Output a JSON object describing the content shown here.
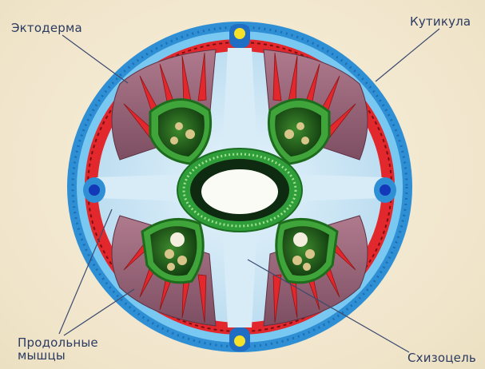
{
  "labels": {
    "ectoderm": "Эктодерма",
    "cuticle": "Кутикула",
    "longitudinal_muscles": "Продольные\nмышцы",
    "schizocoel": "Схизоцель"
  },
  "colors": {
    "background": "#f1e6cc",
    "cuticle_outer": "#2f8fd4",
    "cuticle_inner": "#6fc2ef",
    "ectoderm_red": "#e2282c",
    "muscle_mauve": "#9b6a7d",
    "cavity": "#cfe6f5",
    "gut_green": "#2f9e3a",
    "gonad_dark_green": "#1f5a1a",
    "nerve_yellow": "#f5e02a",
    "lateral_blue": "#1e4fcf",
    "text": "#2a3a60"
  }
}
